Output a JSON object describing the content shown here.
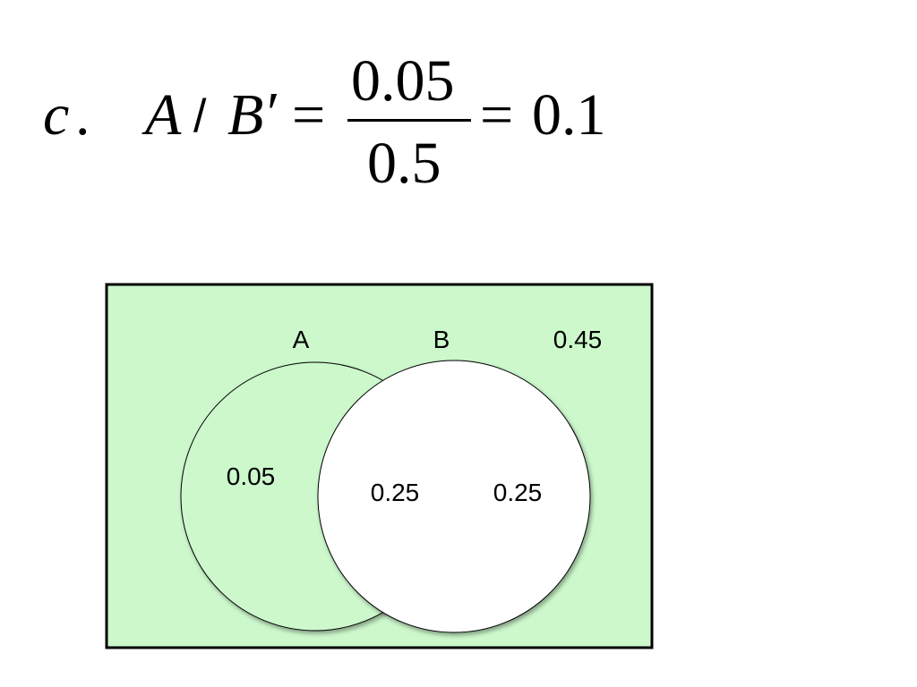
{
  "equation": {
    "part_letter": "c",
    "part_period": ".",
    "event_a": "A",
    "slash": "/",
    "event_b": "B",
    "prime": "′",
    "equals_1": "=",
    "numerator": "0.05",
    "denominator": "0.5",
    "equals_2": "=",
    "result": "0.1"
  },
  "venn": {
    "label_a": "A",
    "label_b": "B",
    "outside_value": "0.45",
    "a_only_value": "0.05",
    "intersection_value": "0.25",
    "b_only_value": "0.25",
    "colors": {
      "universe_fill": "#ccf8cc",
      "circle_a_fill": "#ccf8cc",
      "circle_b_fill": "#ffffff",
      "stroke": "#000000"
    }
  }
}
